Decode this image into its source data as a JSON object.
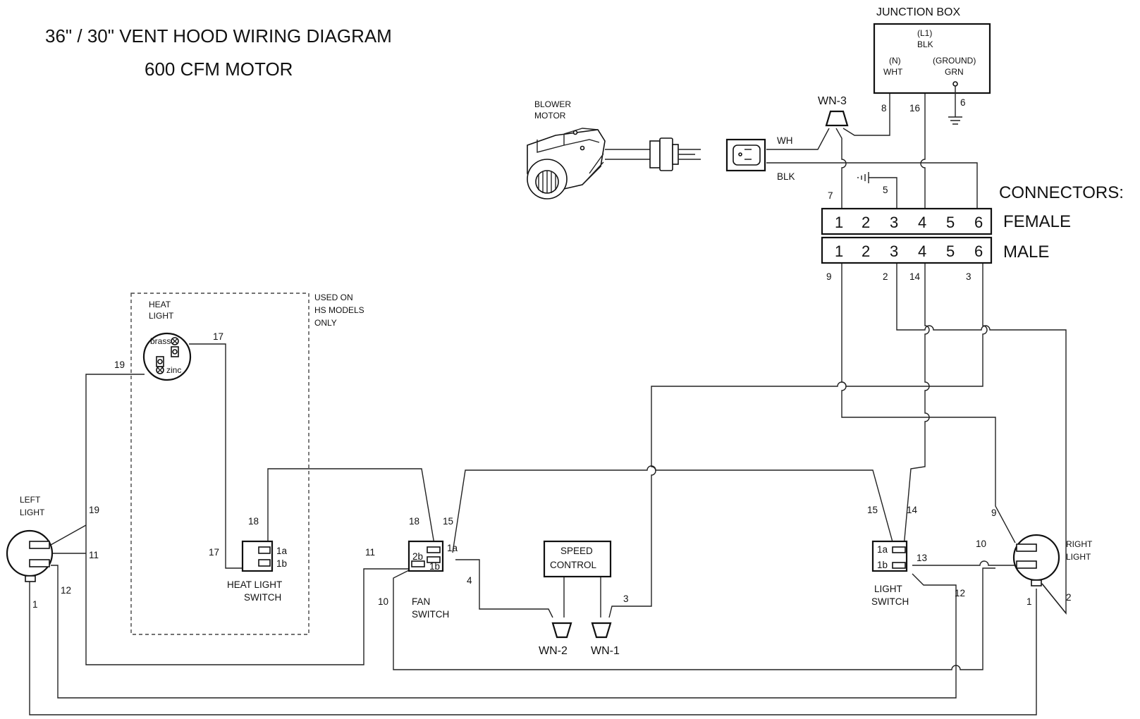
{
  "title": {
    "line1": "36\" / 30\"  VENT HOOD WIRING DIAGRAM",
    "line2": "600 CFM MOTOR"
  },
  "junction_box": {
    "title": "JUNCTION BOX",
    "l1": "(L1)",
    "blk": "BLK",
    "n": "(N)",
    "wht": "WHT",
    "ground": "(GROUND)",
    "grn": "GRN"
  },
  "blower_motor": {
    "line1": "BLOWER",
    "line2": "MOTOR"
  },
  "wire_nuts": {
    "wn3": "WN-3",
    "wn2": "WN-2",
    "wn1": "WN-1"
  },
  "plug_wires": {
    "wh": "WH",
    "blk": "BLK"
  },
  "connectors": {
    "title": "CONNECTORS:",
    "female_label": "FEMALE",
    "male_label": "MALE",
    "pins": [
      "1",
      "2",
      "3",
      "4",
      "5",
      "6"
    ]
  },
  "heat_light": {
    "line1": "HEAT",
    "line2": "LIGHT",
    "brass": "brass",
    "zinc": "zinc",
    "note": [
      "USED ON",
      "HS MODELS",
      "ONLY"
    ]
  },
  "heat_light_switch": {
    "t1a": "1a",
    "t1b": "1b",
    "line1": "HEAT  LIGHT",
    "line2": "SWITCH"
  },
  "fan_switch": {
    "t1a": "1a",
    "t1b": "1b",
    "t2b": "2b",
    "line1": "FAN",
    "line2": "SWITCH"
  },
  "speed_control": {
    "line1": "SPEED",
    "line2": "CONTROL"
  },
  "light_switch": {
    "t1a": "1a",
    "t1b": "1b",
    "line1": "LIGHT",
    "line2": "SWITCH"
  },
  "left_light": {
    "line1": "LEFT",
    "line2": "LIGHT"
  },
  "right_light": {
    "line1": "RIGHT",
    "line2": "LIGHT"
  },
  "wire_numbers": {
    "w1_left": "1",
    "w1_right": "1",
    "w2_top": "2",
    "w2_right": "2",
    "w3_top": "3",
    "w3_wn1": "3",
    "w4": "4",
    "w5": "5",
    "w6": "6",
    "w7": "7",
    "w8": "8",
    "w9_top": "9",
    "w9_right": "9",
    "w10_fan": "10",
    "w10_right": "10",
    "w11_left": "11",
    "w11_fan": "11",
    "w12_left": "12",
    "w12_right": "12",
    "w13": "13",
    "w14_top": "14",
    "w14_ls": "14",
    "w15_fan": "15",
    "w15_ls": "15",
    "w16": "16",
    "w17_top": "17",
    "w17_sw": "17",
    "w18_sw": "18",
    "w18_fan": "18",
    "w19_top": "19",
    "w19_left": "19"
  }
}
